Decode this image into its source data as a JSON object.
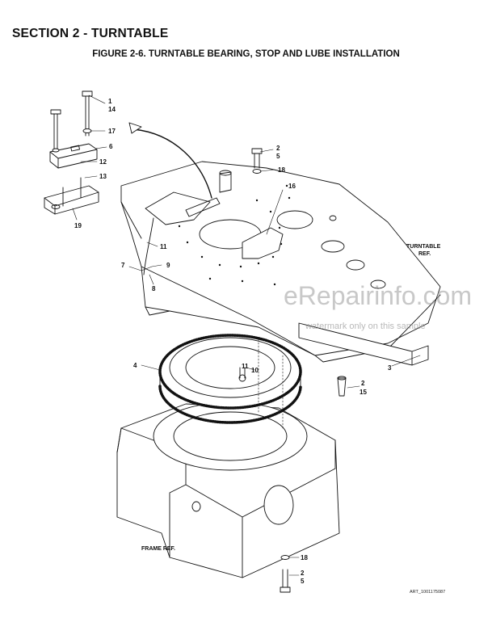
{
  "header": {
    "section_title": "SECTION 2 - TURNTABLE",
    "figure_title": "FIGURE 2-6. TURNTABLE BEARING, STOP AND LUBE INSTALLATION"
  },
  "callouts": {
    "c1_a": "1",
    "c1_b": "14",
    "c17": "17",
    "c6": "6",
    "c12": "12",
    "c13": "13",
    "c19": "19",
    "c2a_top": "2",
    "c5_top": "5",
    "c18_top": "18",
    "c16": "16",
    "c11_top": "11",
    "c7": "7",
    "c9": "9",
    "c8": "8",
    "c4": "4",
    "c11_mid": "11",
    "c10": "10",
    "c2_mid": "2",
    "c15": "15",
    "c3": "3",
    "c18_bot": "18",
    "c2_bot": "2",
    "c5_bot": "5"
  },
  "references": {
    "turntable_ref_line1": "TURNTABLE",
    "turntable_ref_line2": "REF.",
    "frame_ref": "FRAME REF."
  },
  "watermark": {
    "brand": "eRepairinfo.com",
    "note": "watermark only on this sample"
  },
  "art_id": "ART_1001175087"
}
